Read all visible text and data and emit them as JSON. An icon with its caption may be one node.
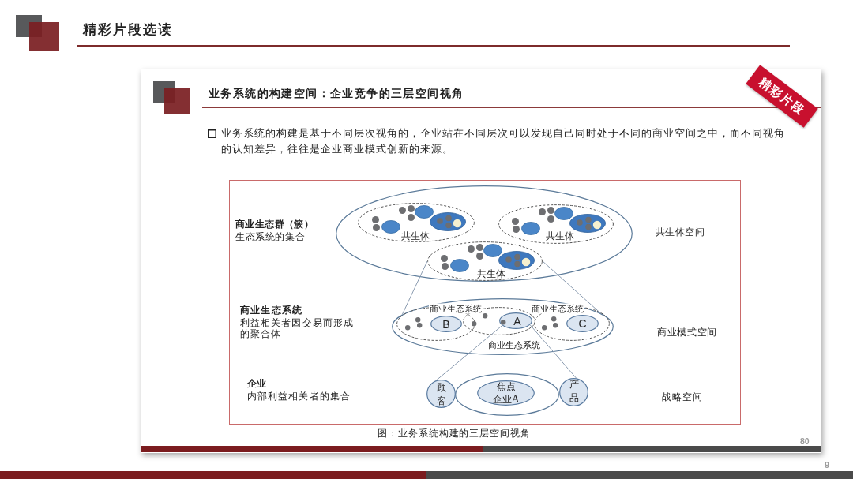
{
  "diagram": {
    "title": "业务系统的构建空间：企业竞争的三层空间视角",
    "caption": "图：业务系统构建的三层空间视角",
    "nodes": [
      {
        "text": [],
        "shape": "ellipse"
      },
      {
        "text": [
          "共生体"
        ],
        "in": 0
      },
      {
        "text": [
          "共生体"
        ],
        "in": 0
      },
      {
        "text": [
          "共生体"
        ],
        "in": 0
      },
      {
        "text": [],
        "shape": "ellipse"
      },
      {
        "text": [
          "商业生态系统"
        ],
        "in": 4
      },
      {
        "text": [
          "商业生态系统"
        ],
        "in": 4
      },
      {
        "text": [
          "商业生态系统"
        ],
        "in": 4
      },
      {
        "text": [
          "B"
        ],
        "in": 5
      },
      {
        "text": [
          "A"
        ],
        "in": 6
      },
      {
        "text": [
          "C"
        ],
        "in": 7
      },
      {
        "text": [],
        "shape": "ellipse"
      },
      {
        "text": [
          "顾客"
        ]
      },
      {
        "text": [
          "焦点企业A"
        ],
        "in": 11
      },
      {
        "text": [
          "产品"
        ]
      }
    ],
    "edges": [
      {
        "from": 3,
        "to": 4,
        "arrow": "none"
      },
      {
        "from": 3,
        "to": 4,
        "arrow": "none"
      },
      {
        "from": 9,
        "to": 12,
        "arrow": "none"
      },
      {
        "from": 9,
        "to": 14,
        "arrow": "none"
      }
    ],
    "labels": [
      "精彩片段选读",
      "精彩片段",
      "业务系统的构建是基于不同层次视角的，企业站在不同层次可以发现自己同时处于不同的商业空间之中，而不同视角的认知差异，往往是企业商业模式创新的来源。",
      "商业生态群（簇）",
      "生态系统的集合",
      "共生体空间",
      "商业生态系统",
      "利益相关者因交易而形成的聚合体",
      "商业模式空间",
      "企业",
      "内部利益相关者的集合",
      "战略空间",
      "80",
      "9"
    ]
  }
}
